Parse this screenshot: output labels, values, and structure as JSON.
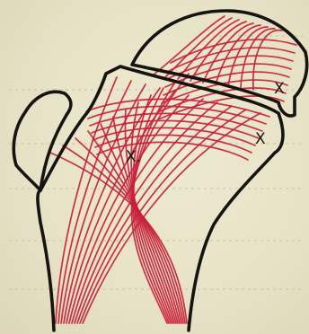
{
  "figure": {
    "marks": {
      "center": "X.",
      "right": "X",
      "top": "X"
    },
    "colors": {
      "outline": "#151410",
      "trabeculae": "#c8203b",
      "paper": "#e8e3c9",
      "bleed_text": "#bdb79c"
    }
  }
}
